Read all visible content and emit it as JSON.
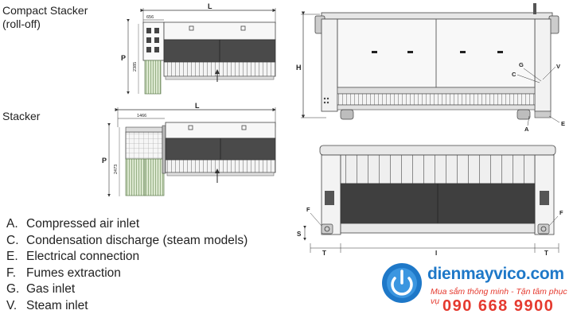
{
  "titles": {
    "compact_line1": "Compact Stacker",
    "compact_line2": "(roll-off)",
    "stacker": "Stacker"
  },
  "dimensions": {
    "L": "L",
    "P": "P",
    "H": "H",
    "I": "I",
    "T": "T",
    "S": "S",
    "compact_offset": "656",
    "compact_height": "2385",
    "stacker_offset": "1466",
    "stacker_height": "2473"
  },
  "callouts": {
    "A": "A",
    "C": "C",
    "E": "E",
    "F": "F",
    "G": "G",
    "V": "V"
  },
  "legend": [
    {
      "key": "A.",
      "text": "Compressed air inlet"
    },
    {
      "key": "C.",
      "text": "Condensation discharge (steam models)"
    },
    {
      "key": "E.",
      "text": "Electrical connection"
    },
    {
      "key": "F.",
      "text": "Fumes extraction"
    },
    {
      "key": "G.",
      "text": "Gas inlet"
    },
    {
      "key": "V.",
      "text": "Steam inlet"
    }
  ],
  "brand": {
    "name": "dienmayvico.com",
    "tagline": "Mua sắm thông minh - Tận tâm phục vụ",
    "phone": "090 668 9900",
    "logo": "power-button-logo",
    "color_blue": "#1e78c8",
    "color_red": "#e53a2f"
  }
}
